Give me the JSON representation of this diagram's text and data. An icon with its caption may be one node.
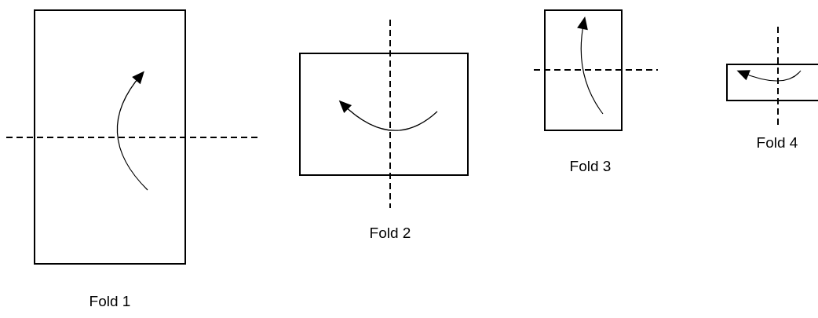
{
  "diagram": {
    "nodes": [
      {
        "text": [],
        "shape": "box",
        "beside": [
          "Fold 1"
        ]
      },
      {
        "text": [],
        "shape": "box",
        "beside": [
          "Fold 2"
        ]
      },
      {
        "text": [],
        "shape": "box",
        "beside": [
          "Fold 3"
        ]
      },
      {
        "text": [],
        "shape": "box",
        "beside": [
          "Fold 4"
        ]
      }
    ]
  }
}
